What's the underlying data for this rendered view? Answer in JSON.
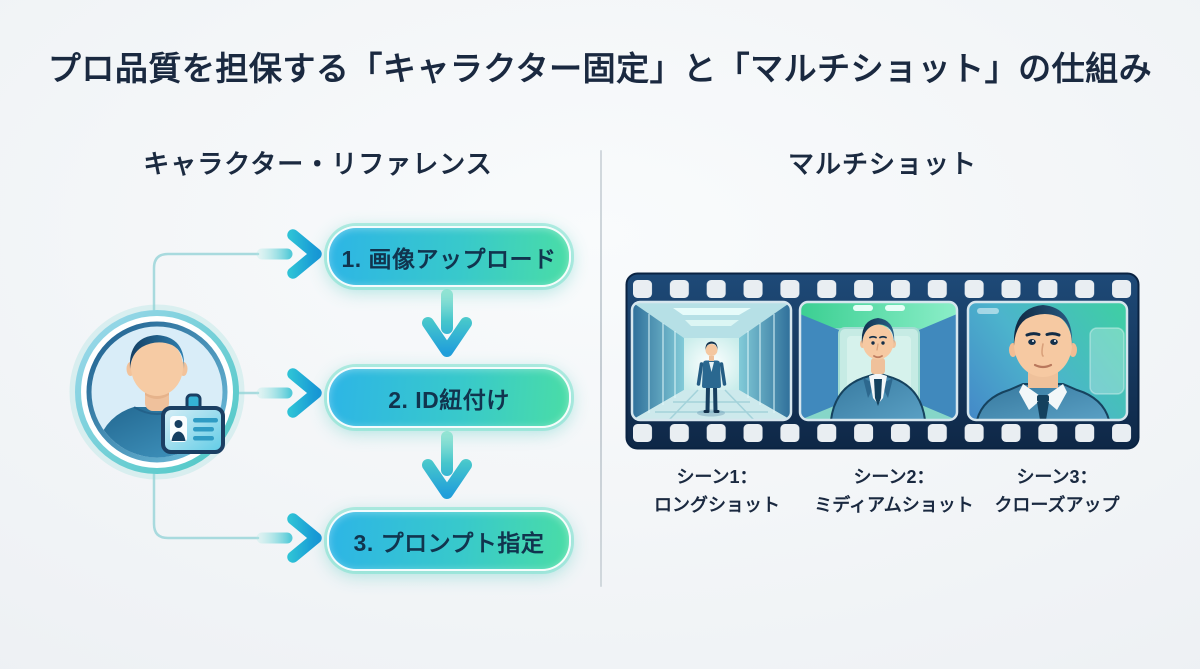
{
  "title": "プロ品質を担保する「キャラクター固定」と「マルチショット」の仕組み",
  "left": {
    "heading": "キャラクター・リファレンス",
    "steps": [
      "1. 画像アップロード",
      "2. ID紐付け",
      "3. プロンプト指定"
    ]
  },
  "right": {
    "heading": "マルチショット",
    "scenes": [
      {
        "caption_line1": "シーン1：",
        "caption_line2": "ロングショット",
        "shot_type": "long-shot"
      },
      {
        "caption_line1": "シーン2：",
        "caption_line2": "ミディアムショット",
        "shot_type": "medium-shot"
      },
      {
        "caption_line1": "シーン3：",
        "caption_line2": "クローズアップ",
        "shot_type": "close-up"
      }
    ]
  },
  "icons": {
    "avatar": "person-avatar-icon",
    "id_card": "id-card-icon",
    "arrow_right": "arrow-right-icon",
    "arrow_down": "arrow-down-icon",
    "film_strip": "film-strip"
  },
  "colors": {
    "background": "#eef1f5",
    "title_text": "#1a2940",
    "pill_gradient_start": "#2db5e6",
    "pill_gradient_end": "#4adda6",
    "arrow_blue": "#1a9edc",
    "arrow_teal": "#45d2b0",
    "connector_line": "#a8dade",
    "film_strip_navy": "#16385f",
    "divider": "#b7c0c8"
  }
}
